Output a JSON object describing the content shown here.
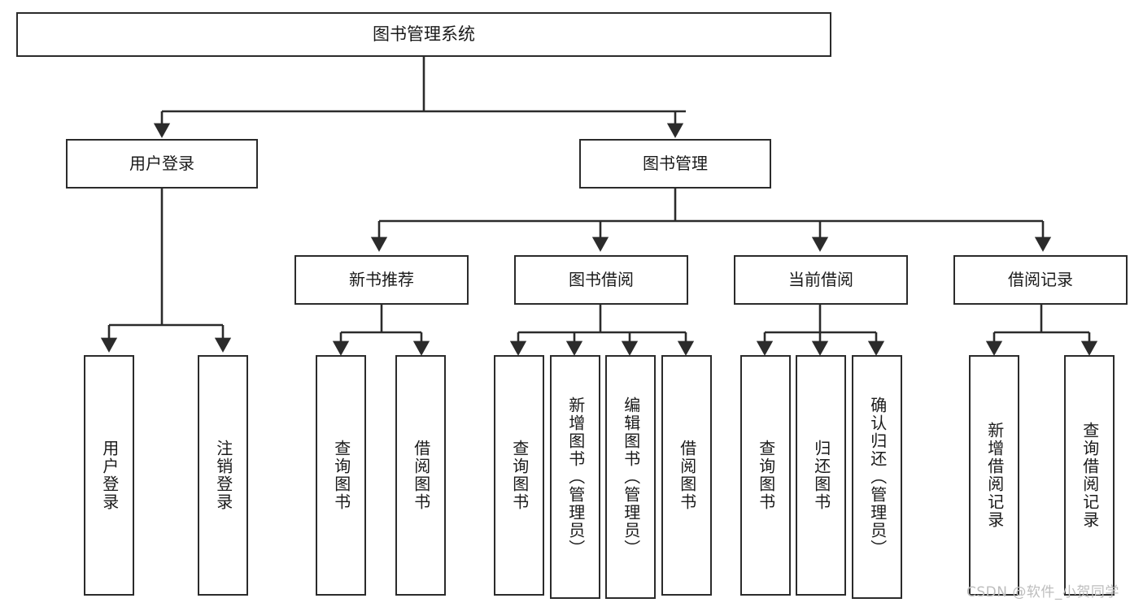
{
  "diagram": {
    "title": "图书管理系统",
    "type": "tree-hierarchy-diagram",
    "colors": {
      "box_border": "#2b2b2b",
      "box_fill": "#ffffff",
      "connector": "#2b2b2b",
      "background": "#ffffff",
      "watermark": "#bdbdbd"
    },
    "root": {
      "id": "root",
      "label": "图书管理系统"
    },
    "level1": [
      {
        "id": "user-login",
        "label": "用户登录"
      },
      {
        "id": "book-management",
        "label": "图书管理"
      }
    ],
    "level2": [
      {
        "id": "new-book-recommend",
        "label": "新书推荐"
      },
      {
        "id": "book-borrow",
        "label": "图书借阅"
      },
      {
        "id": "current-borrow",
        "label": "当前借阅"
      },
      {
        "id": "borrow-record",
        "label": "借阅记录"
      }
    ],
    "leaves": [
      {
        "id": "leaf-user-login",
        "label": "用户登录",
        "parent": "user-login"
      },
      {
        "id": "leaf-user-logout",
        "label": "注销登录",
        "parent": "user-login"
      },
      {
        "id": "leaf-query-book-1",
        "label": "查询图书",
        "parent": "new-book-recommend"
      },
      {
        "id": "leaf-borrow-book-1",
        "label": "借阅图书",
        "parent": "new-book-recommend"
      },
      {
        "id": "leaf-query-book-2",
        "label": "查询图书",
        "parent": "book-borrow"
      },
      {
        "id": "leaf-add-book",
        "label": "新增图书（管理员）",
        "parent": "book-borrow"
      },
      {
        "id": "leaf-edit-book",
        "label": "编辑图书（管理员）",
        "parent": "book-borrow"
      },
      {
        "id": "leaf-borrow-book-2",
        "label": "借阅图书",
        "parent": "book-borrow"
      },
      {
        "id": "leaf-query-book-3",
        "label": "查询图书",
        "parent": "current-borrow"
      },
      {
        "id": "leaf-return-book",
        "label": "归还图书",
        "parent": "current-borrow"
      },
      {
        "id": "leaf-confirm-return",
        "label": "确认归还（管理员）",
        "parent": "current-borrow"
      },
      {
        "id": "leaf-add-record",
        "label": "新增借阅记录",
        "parent": "borrow-record"
      },
      {
        "id": "leaf-query-record",
        "label": "查询借阅记录",
        "parent": "borrow-record"
      }
    ],
    "watermark": "CSDN @软件_小贺同学"
  }
}
